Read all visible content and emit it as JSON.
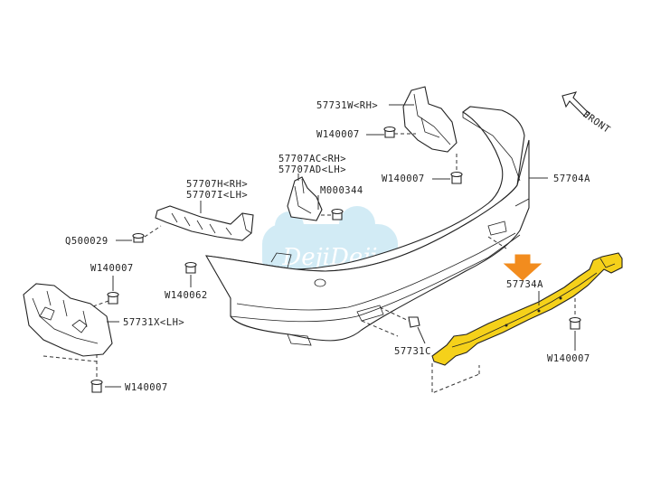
{
  "labels": {
    "front": "FRONT",
    "p57731w": "57731W<RH>",
    "w140007_top": "W140007",
    "w140007_mid": "W140007",
    "p57704a": "57704A",
    "p57707ac": "57707AC<RH>",
    "p57707ad": "57707AD<LH>",
    "m000344": "M000344",
    "p57707h": "57707H<RH>",
    "p57707i": "57707I<LH>",
    "q500029": "Q500029",
    "w140007_left": "W140007",
    "w140062": "W140062",
    "p57731x": "57731X<LH>",
    "w140007_bottom": "W140007",
    "p57734a": "57734A",
    "p57731c": "57731C",
    "w140007_right": "W140007"
  },
  "watermark": "DejiDeji",
  "colors": {
    "highlight": "#F5D11A",
    "arrow": "#F28C1E",
    "watermark": "#BFE3F2"
  }
}
